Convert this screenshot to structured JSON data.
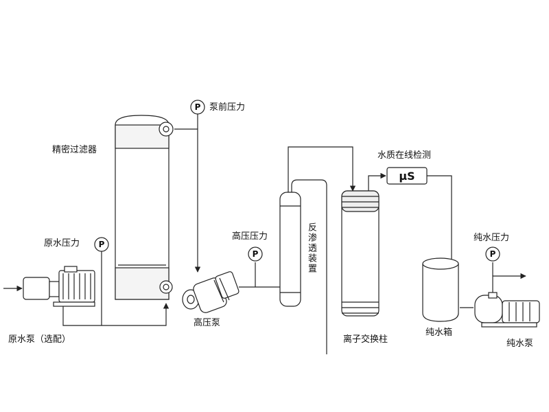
{
  "labels": {
    "precision_filter": "精密过滤器",
    "pre_pump_pressure": "泵前压力",
    "raw_water_pressure": "原水压力",
    "raw_water_pump": "原水泵（选配）",
    "high_pressure": "高压压力",
    "high_pressure_pump": "高压泵",
    "ro_device": "反渗透装置",
    "water_quality_monitor": "水质在线检测",
    "ion_exchange": "离子交换柱",
    "pure_water_tank": "纯水箱",
    "pure_water_pressure": "纯水压力",
    "pure_water_pump": "纯水泵"
  },
  "gauge_symbol": "P",
  "conductivity_unit": "μS",
  "colors": {
    "line": "#222222",
    "background": "#ffffff"
  }
}
